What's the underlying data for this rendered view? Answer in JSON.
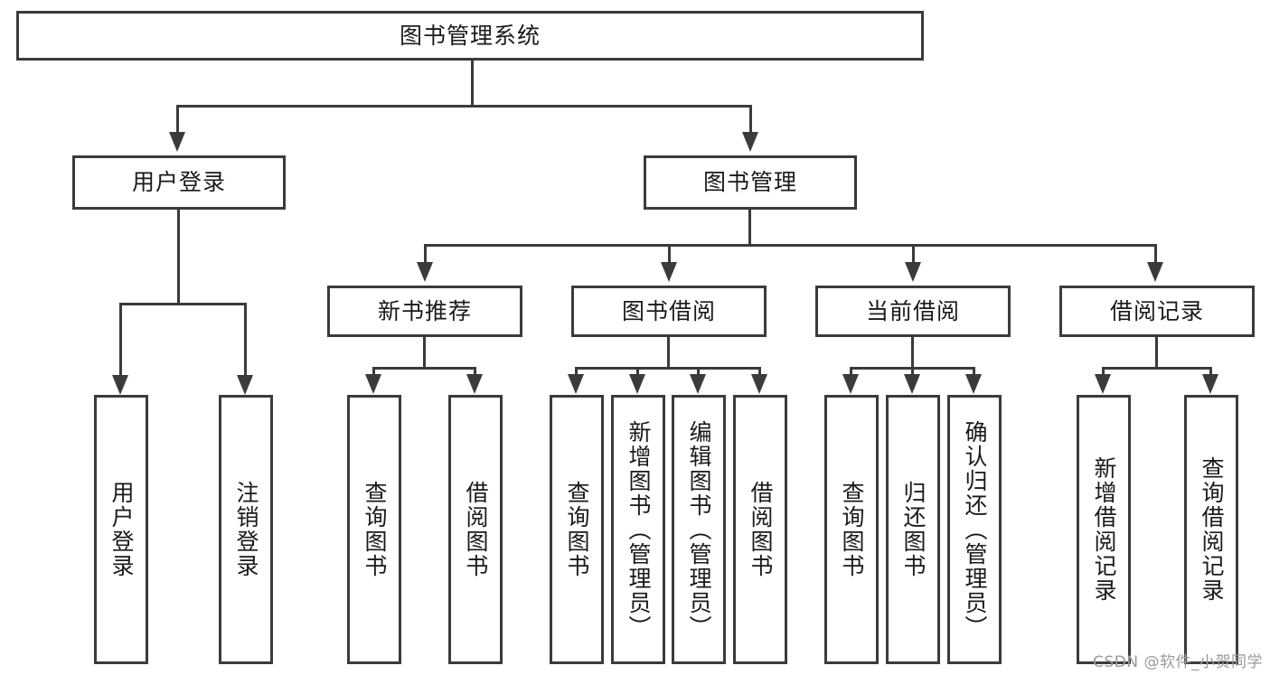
{
  "diagram": {
    "title": "图书管理系统",
    "type": "tree-hierarchy",
    "root": {
      "id": "root",
      "label": "图书管理系统"
    },
    "level2": [
      {
        "id": "user-login",
        "label": "用户登录"
      },
      {
        "id": "book-management",
        "label": "图书管理"
      }
    ],
    "level3": [
      {
        "id": "new-book-recommend",
        "label": "新书推荐",
        "parent": "book-management"
      },
      {
        "id": "book-borrow",
        "label": "图书借阅",
        "parent": "book-management"
      },
      {
        "id": "current-borrow",
        "label": "当前借阅",
        "parent": "book-management"
      },
      {
        "id": "borrow-record",
        "label": "借阅记录",
        "parent": "book-management"
      }
    ],
    "leaves": [
      {
        "id": "leaf-user-login",
        "label": "用户登录",
        "parent": "user-login"
      },
      {
        "id": "leaf-logout-login",
        "label": "注销登录",
        "parent": "user-login"
      },
      {
        "id": "leaf-query-book-1",
        "label": "查询图书",
        "parent": "new-book-recommend"
      },
      {
        "id": "leaf-borrow-book-1",
        "label": "借阅图书",
        "parent": "new-book-recommend"
      },
      {
        "id": "leaf-query-book-2",
        "label": "查询图书",
        "parent": "book-borrow"
      },
      {
        "id": "leaf-add-book",
        "label": "新增图书（管理员）",
        "parent": "book-borrow"
      },
      {
        "id": "leaf-edit-book",
        "label": "编辑图书（管理员）",
        "parent": "book-borrow"
      },
      {
        "id": "leaf-borrow-book-2",
        "label": "借阅图书",
        "parent": "book-borrow"
      },
      {
        "id": "leaf-query-book-3",
        "label": "查询图书",
        "parent": "current-borrow"
      },
      {
        "id": "leaf-return-book",
        "label": "归还图书",
        "parent": "current-borrow"
      },
      {
        "id": "leaf-confirm-return",
        "label": "确认归还（管理员）",
        "parent": "current-borrow"
      },
      {
        "id": "leaf-add-borrow-record",
        "label": "新增借阅记录",
        "parent": "borrow-record"
      },
      {
        "id": "leaf-query-borrow-record",
        "label": "查询借阅记录",
        "parent": "borrow-record"
      }
    ]
  },
  "watermark": {
    "text": "CSDN @软件_小贺同学"
  },
  "colors": {
    "stroke": "#3b3b3b",
    "background": "#ffffff",
    "text": "#1a1a1a",
    "watermark": "#9a9a9a"
  }
}
